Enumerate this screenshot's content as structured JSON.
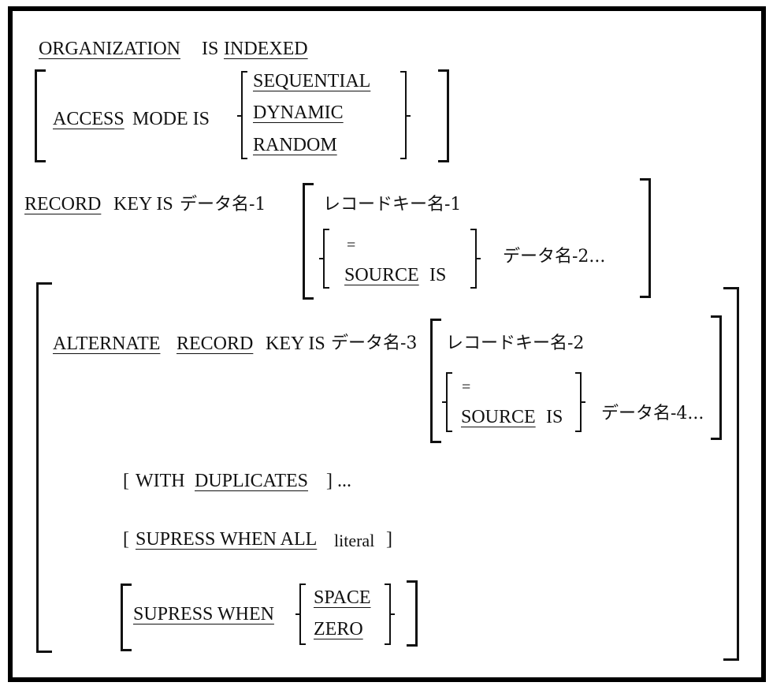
{
  "organization": {
    "kw1": "ORGANIZATION",
    "is": "IS",
    "kw2": "INDEXED"
  },
  "access": {
    "kw1": "ACCESS",
    "rest": "MODE IS",
    "options": [
      "SEQUENTIAL",
      "DYNAMIC",
      "RANDOM"
    ]
  },
  "record_key": {
    "kw": "RECORD",
    "rest": "KEY IS",
    "data_name": "データ名-1",
    "alt_name": "レコードキー名-1",
    "equals": "=",
    "source_kw": "SOURCE",
    "source_is": "IS",
    "data_name_2": "データ名-2..."
  },
  "alternate": {
    "kw1": "ALTERNATE",
    "kw2": "RECORD",
    "rest": "KEY IS",
    "data_name": "データ名-3",
    "alt_name": "レコードキー名-2",
    "equals": "=",
    "source_kw": "SOURCE",
    "source_is": "IS",
    "data_name_4": "データ名-4..."
  },
  "duplicates": {
    "open": "[",
    "with": "WITH",
    "kw": "DUPLICATES",
    "close": "] ..."
  },
  "supress_literal": {
    "open": "[",
    "kw": "SUPRESS WHEN ALL",
    "literal": "literal",
    "close": "]"
  },
  "supress_when": {
    "kw": "SUPRESS WHEN",
    "options": [
      "SPACE",
      "ZERO"
    ]
  }
}
